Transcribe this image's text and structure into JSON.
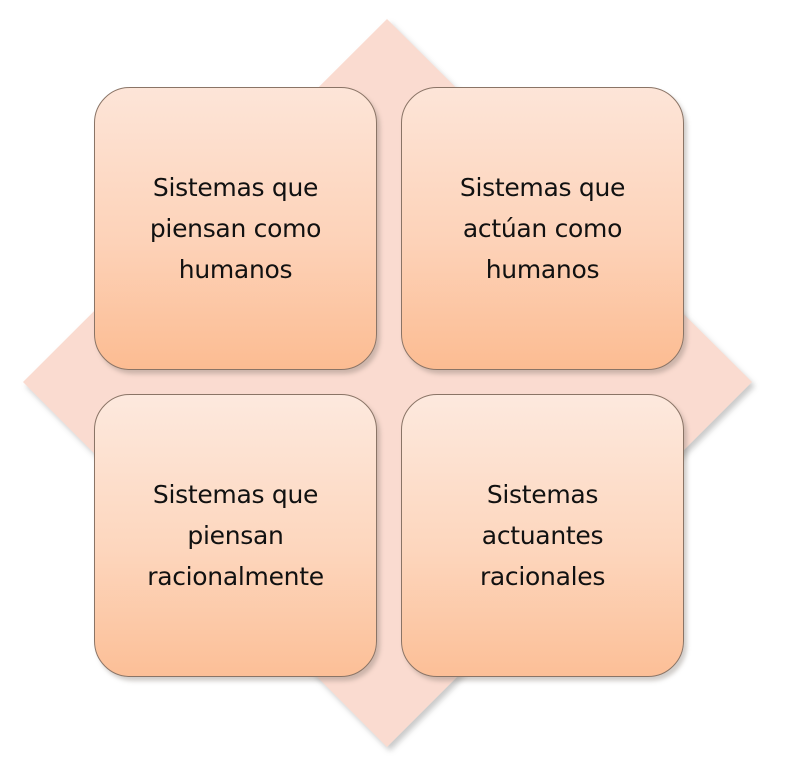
{
  "diagram": {
    "type": "four-quadrant matrix over diamond",
    "colors": {
      "diamond_fill": "#fadbd0",
      "box_gradient_top": "#fde3d5",
      "box_gradient_bottom": "#fcbe96",
      "box_border": "#8a7466",
      "text": "#111111"
    },
    "quadrants": [
      {
        "position": "top-left",
        "lines": [
          "Sistemas que",
          "piensan como",
          "humanos"
        ]
      },
      {
        "position": "top-right",
        "lines": [
          "Sistemas que",
          "actúan como",
          "humanos"
        ]
      },
      {
        "position": "bottom-left",
        "lines": [
          "Sistemas que",
          "piensan",
          "racionalmente"
        ]
      },
      {
        "position": "bottom-right",
        "lines": [
          "Sistemas",
          "actuantes",
          "racionales"
        ]
      }
    ]
  }
}
